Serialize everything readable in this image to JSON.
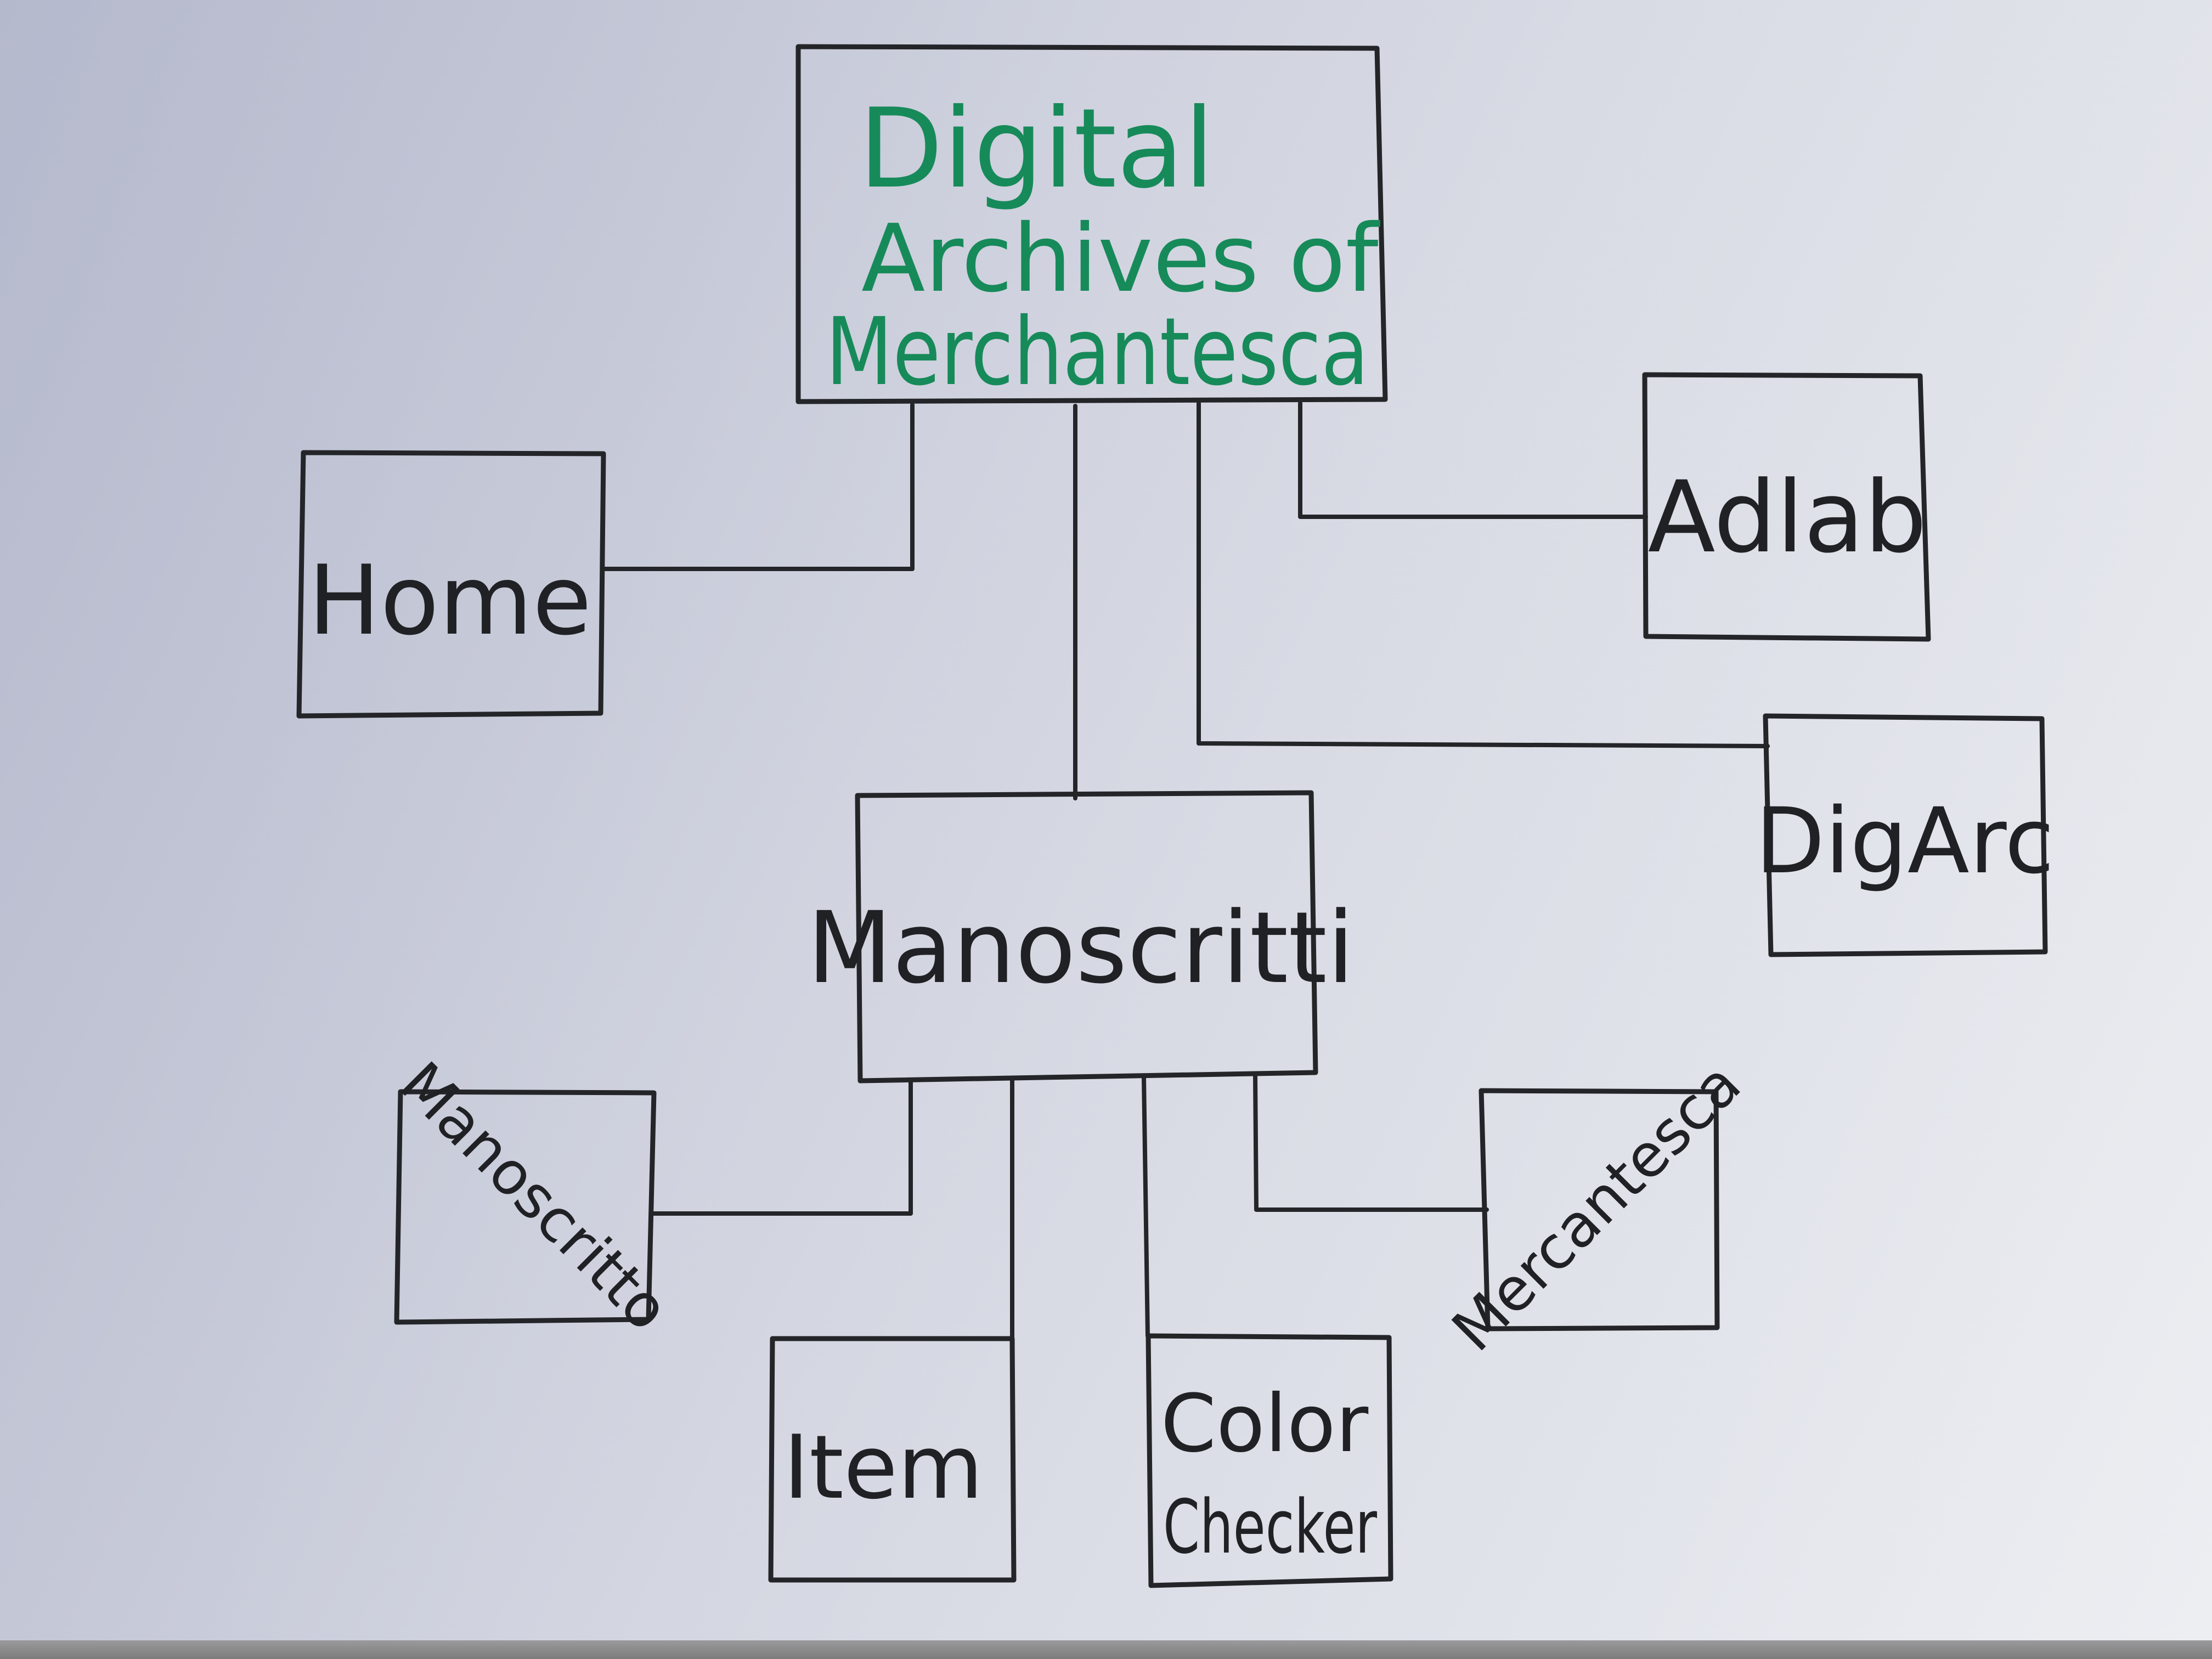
{
  "diagram": {
    "root": {
      "line1": "Digital",
      "line2": "Archives of",
      "line3": "Merchantesca",
      "color": "#178a5a"
    },
    "nodes": {
      "home": "Home",
      "adlab": "Adlab",
      "digarc": "DigArc",
      "manoscritti": "Manoscritti",
      "manoscritto": "Manoscritto",
      "item": "Item",
      "color_checker_line1": "Color",
      "color_checker_line2": "Checker",
      "mercantesca": "Mercantesca"
    },
    "edges": [
      {
        "from": "root",
        "to": "home"
      },
      {
        "from": "root",
        "to": "manoscritti"
      },
      {
        "from": "root",
        "to": "adlab"
      },
      {
        "from": "root",
        "to": "digarc"
      },
      {
        "from": "manoscritti",
        "to": "manoscritto"
      },
      {
        "from": "manoscritti",
        "to": "item"
      },
      {
        "from": "manoscritti",
        "to": "color-checker"
      },
      {
        "from": "manoscritti",
        "to": "mercantesca"
      }
    ],
    "ink_color": "#232528"
  }
}
